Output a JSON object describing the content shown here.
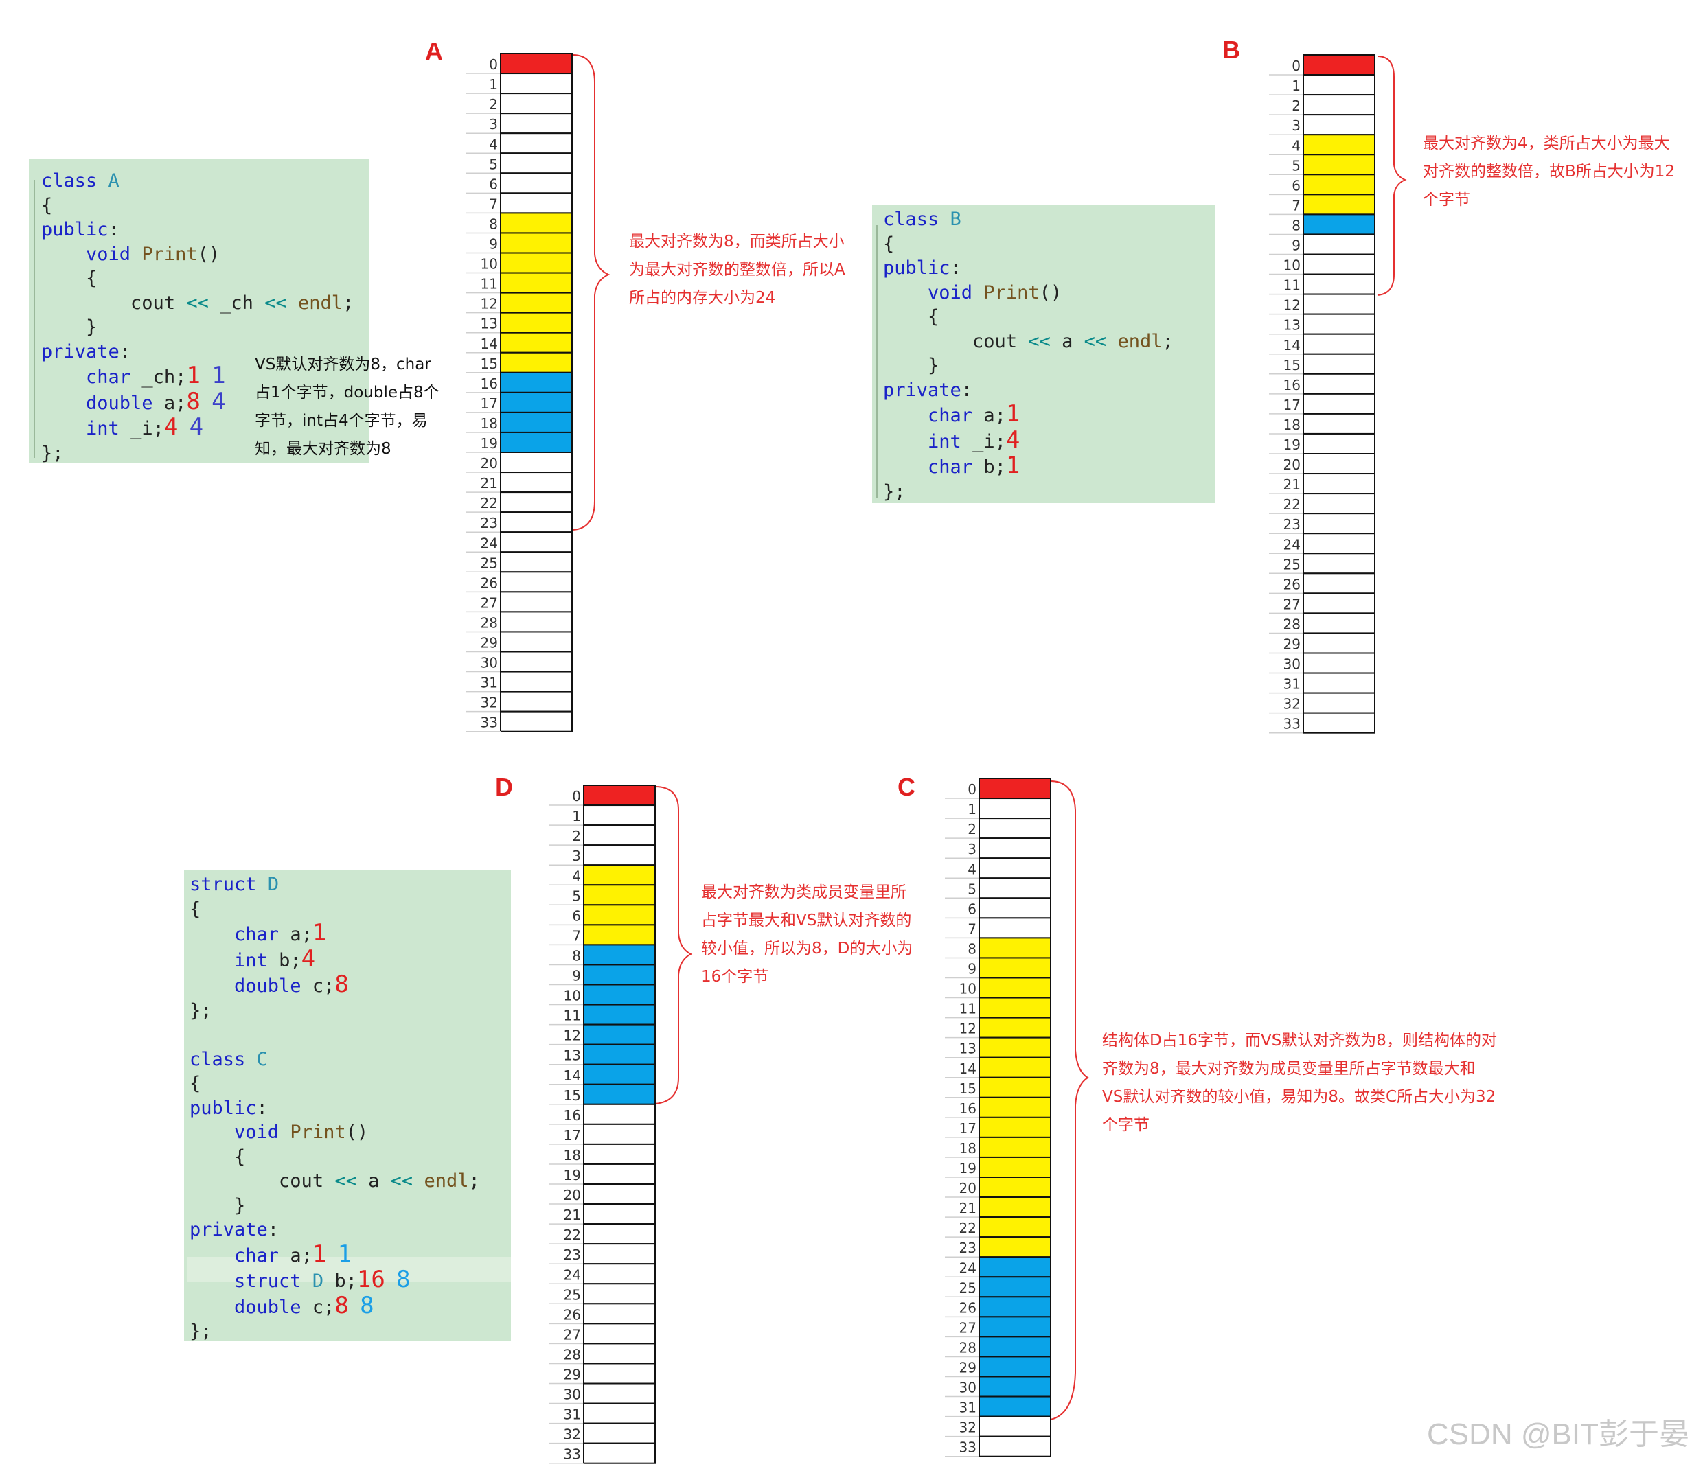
{
  "labels": {
    "A": "A",
    "B": "B",
    "C": "C",
    "D": "D"
  },
  "colors": {
    "red": "#ee2222",
    "yellow": "#fff200",
    "blue": "#0aa3e8",
    "white": "#ffffff",
    "code_bg": "#cde7d0"
  },
  "code_a": {
    "l1": "class",
    "l1b": "A",
    "l2": "{",
    "l3": "public",
    "l4a": "void",
    "l4b": "Print",
    "l5": "{",
    "l6a": "cout",
    "l6b": "<<",
    "l6c": "_ch",
    "l6d": "<<",
    "l6e": "endl",
    "l7": "}",
    "l8": "private",
    "l9a": "char",
    "l9b": "_ch",
    "l9n1": "1",
    "l9n2": "1",
    "l10a": "double",
    "l10b": "a",
    "l10n1": "8",
    "l10n2": "4",
    "l11a": "int",
    "l11b": "_i",
    "l11n1": "4",
    "l11n2": "4",
    "l12": "};"
  },
  "code_b": {
    "l1": "class",
    "l1b": "B",
    "l2": "{",
    "l3": "public",
    "l4a": "void",
    "l4b": "Print",
    "l5": "{",
    "l6a": "cout",
    "l6b": "<<",
    "l6c": "a",
    "l6d": "<<",
    "l6e": "endl",
    "l7": "}",
    "l8": "private",
    "l9a": "char",
    "l9b": "a",
    "l9n1": "1",
    "l10a": "int",
    "l10b": "_i",
    "l10n1": "4",
    "l11a": "char",
    "l11b": "b",
    "l11n1": "1",
    "l12": "};"
  },
  "code_d": {
    "l1": "struct",
    "l1b": "D",
    "l2": "{",
    "l3a": "char",
    "l3b": "a",
    "l3n": "1",
    "l4a": "int",
    "l4b": "b",
    "l4n": "4",
    "l5a": "double",
    "l5b": "c",
    "l5n": "8",
    "l6": "};",
    "l8": "class",
    "l8b": "C",
    "l9": "{",
    "l10": "public",
    "l11a": "void",
    "l11b": "Print",
    "l12": "{",
    "l13a": "cout",
    "l13b": "<<",
    "l13c": "a",
    "l13d": "<<",
    "l13e": "endl",
    "l14": "}",
    "l15": "private",
    "l16a": "char",
    "l16b": "a",
    "l16n1": "1",
    "l16n2": "1",
    "l17a": "struct",
    "l17b": "D",
    "l17c": "b",
    "l17n1": "16",
    "l17n2": "8",
    "l18a": "double",
    "l18b": "c",
    "l18n1": "8",
    "l18n2": "8",
    "l19": "};"
  },
  "notes": {
    "vs_default": [
      "VS默认对齐数为8，char",
      "占1个字节，double占8个",
      "字节，int占4个字节，易",
      "知，最大对齐数为8"
    ],
    "a": [
      "最大对齐数为8，而类所占大小",
      "为最大对齐数的整数倍，所以A",
      "所占的内存大小为24"
    ],
    "b": [
      "最大对齐数为4，类所占大小为最大",
      "对齐数的整数倍，故B所占大小为12",
      "个字节"
    ],
    "d": [
      "最大对齐数为类成员变量里所",
      "占字节最大和VS默认对齐数的",
      "较小值，所以为8，D的大小为",
      "16个字节"
    ],
    "c": [
      "结构体D占16字节，而VS默认对齐数为8，则结构体的对",
      "齐数为8，最大对齐数为成员变量里所占字节数最大和",
      "VS默认对齐数的较小值，易知为8。故类C所占大小为32",
      "个字节"
    ]
  },
  "memory": {
    "A": {
      "cells": 34,
      "red": [
        0
      ],
      "yellow": [
        8,
        9,
        10,
        11,
        12,
        13,
        14,
        15
      ],
      "blue": [
        16,
        17,
        18,
        19
      ]
    },
    "B": {
      "cells": 34,
      "red": [
        0
      ],
      "yellow": [
        4,
        5,
        6,
        7
      ],
      "blue": [
        8
      ]
    },
    "D": {
      "cells": 34,
      "red": [
        0
      ],
      "yellow": [
        4,
        5,
        6,
        7
      ],
      "blue": [
        8,
        9,
        10,
        11,
        12,
        13,
        14,
        15
      ]
    },
    "C": {
      "cells": 34,
      "red": [
        0
      ],
      "yellow": [
        8,
        9,
        10,
        11,
        12,
        13,
        14,
        15,
        16,
        17,
        18,
        19,
        20,
        21,
        22,
        23
      ],
      "blue": [
        24,
        25,
        26,
        27,
        28,
        29,
        30,
        31
      ]
    }
  },
  "watermark": "CSDN @BIT彭于晏"
}
